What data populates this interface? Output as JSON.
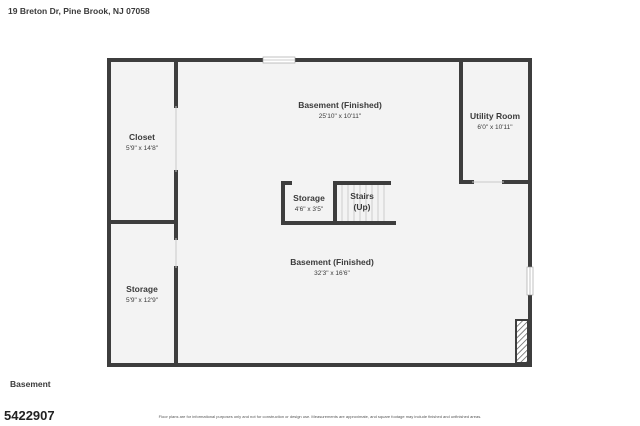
{
  "header": {
    "address": "19 Breton Dr, Pine Brook, NJ 07058"
  },
  "floor_label": "Basement",
  "listing_id": "5422907",
  "disclaimer": "Floor plans are for informational purposes only and not for construction or design use. Measurements are approximate, and square footage may include finished and unfinished areas.",
  "rooms": {
    "basement_upper": {
      "name": "Basement (Finished)",
      "dims": "25'10\" x 10'11\""
    },
    "basement_lower": {
      "name": "Basement (Finished)",
      "dims": "32'3\" x 16'6\""
    },
    "closet": {
      "name": "Closet",
      "dims": "5'9\" x 14'8\""
    },
    "storage_left": {
      "name": "Storage",
      "dims": "5'9\" x 12'9\""
    },
    "utility": {
      "name": "Utility Room",
      "dims": "6'0\" x 10'11\""
    },
    "storage_center": {
      "name": "Storage",
      "dims": "4'6\" x 3'5\""
    },
    "stairs": {
      "name_line1": "Stairs",
      "name_line2": "(Up)"
    }
  },
  "colors": {
    "wall": "#3d3d3d",
    "floor": "#f3f3f3",
    "opening": "#ffffff"
  }
}
